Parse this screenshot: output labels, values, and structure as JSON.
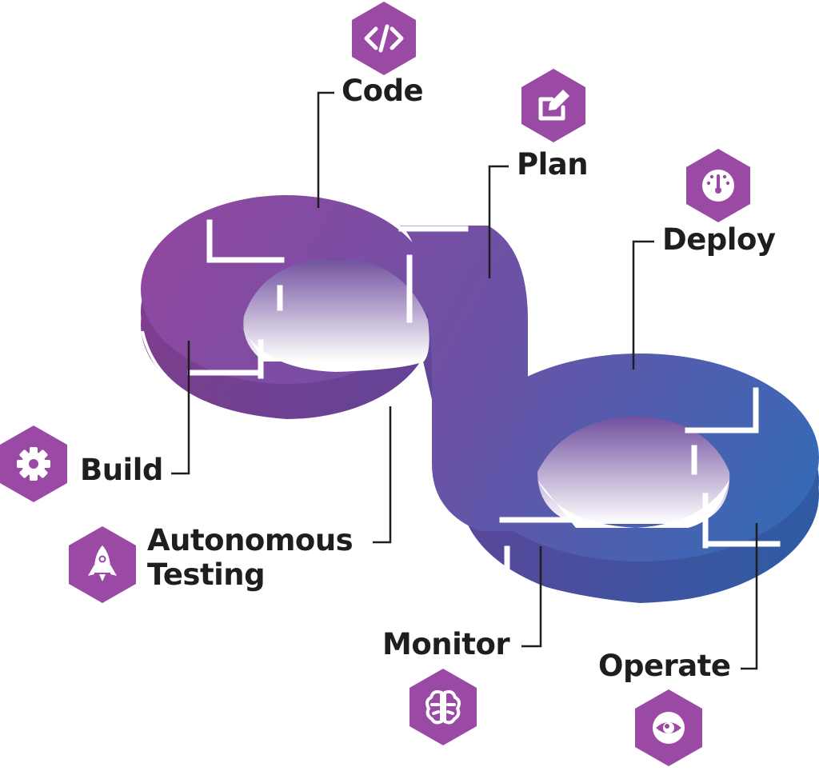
{
  "colors": {
    "hexagon": "#9a4aa5",
    "gradient_start": "#93479f",
    "gradient_mid": "#6a52a6",
    "gradient_end": "#2f6db8",
    "connector": "#1e1e1e",
    "label": "#1e1e1e"
  },
  "stages": [
    {
      "id": "code",
      "label": "Code",
      "icon": "code-brackets-icon"
    },
    {
      "id": "plan",
      "label": "Plan",
      "icon": "pencil-edit-icon"
    },
    {
      "id": "deploy",
      "label": "Deploy",
      "icon": "gauge-icon"
    },
    {
      "id": "build",
      "label": "Build",
      "icon": "gear-icon"
    },
    {
      "id": "testing",
      "label_line1": "Autonomous",
      "label_line2": "Testing",
      "icon": "rocket-icon"
    },
    {
      "id": "monitor",
      "label": "Monitor",
      "icon": "brain-icon"
    },
    {
      "id": "operate",
      "label": "Operate",
      "icon": "eye-icon"
    }
  ]
}
